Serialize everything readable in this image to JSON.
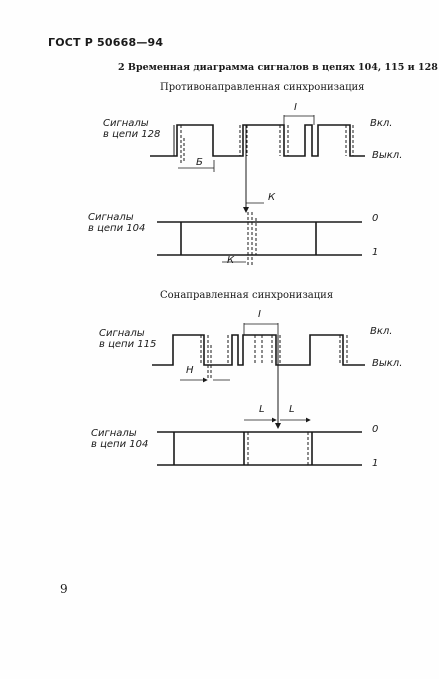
{
  "header": "ГОСТ Р 50668—94",
  "section_title": "2 Временная диаграмма сигналов в цепях 104, 115 и 128",
  "diagram1": {
    "title": "Противонаправленная синхронизация",
    "top_label_line1": "Сигналы",
    "top_label_line2": "в цепи 128",
    "on_label": "Вкл.",
    "off_label": "Выкл.",
    "marker_i": "I",
    "marker_b": "Б",
    "marker_k": "К",
    "bottom_label_line1": "Сигналы",
    "bottom_label_line2": "в цепи 104",
    "level_0": "0",
    "level_1": "1"
  },
  "diagram2": {
    "title": "Сонаправленная синхронизация",
    "top_label_line1": "Сигналы",
    "top_label_line2": "в цепи 115",
    "on_label": "Вкл.",
    "off_label": "Выкл.",
    "marker_i": "I",
    "marker_h": "Н",
    "marker_l": "L",
    "bottom_label_line1": "Сигналы",
    "bottom_label_line2": "в цепи 104",
    "level_0": "0",
    "level_1": "1"
  },
  "page_number": "9"
}
